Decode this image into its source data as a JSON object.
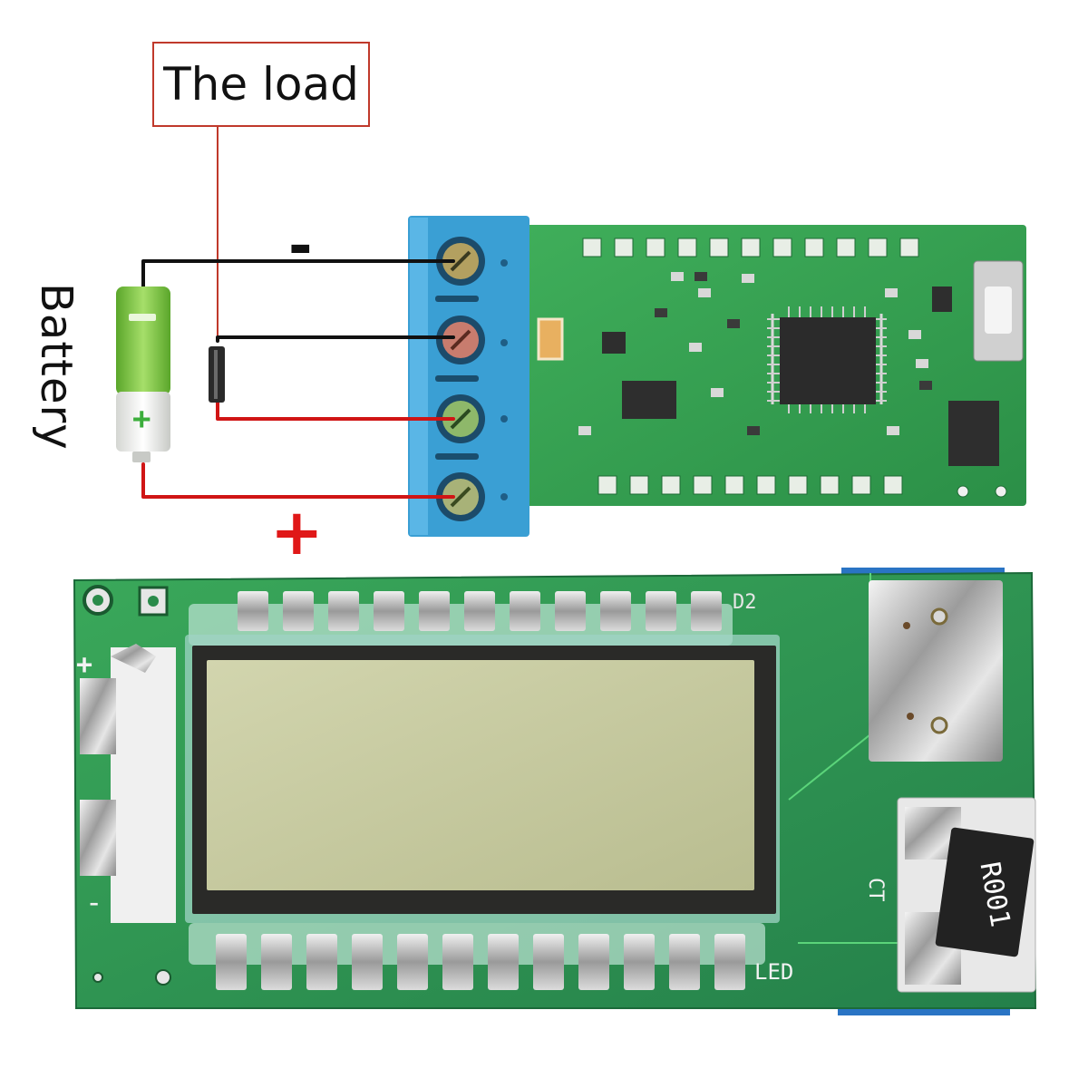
{
  "diagram": {
    "load_label": "The load",
    "battery_label": "Battery",
    "negative_sign": "-",
    "positive_sign": "+",
    "battery_plus_mark": "+",
    "board_markings": {
      "plus": "+",
      "minus": "-",
      "ct": "CT",
      "led": "LED",
      "resistor": "R001",
      "d2": "D2"
    }
  },
  "colors": {
    "label_border": "#c0392b",
    "wire_negative": "#111111",
    "wire_positive": "#d01515",
    "pcb_green": "#2f9e4e",
    "terminal_blue": "#3a9fd4",
    "lcd_glass": "#c8cba0",
    "battery_green": "#7fc742"
  }
}
